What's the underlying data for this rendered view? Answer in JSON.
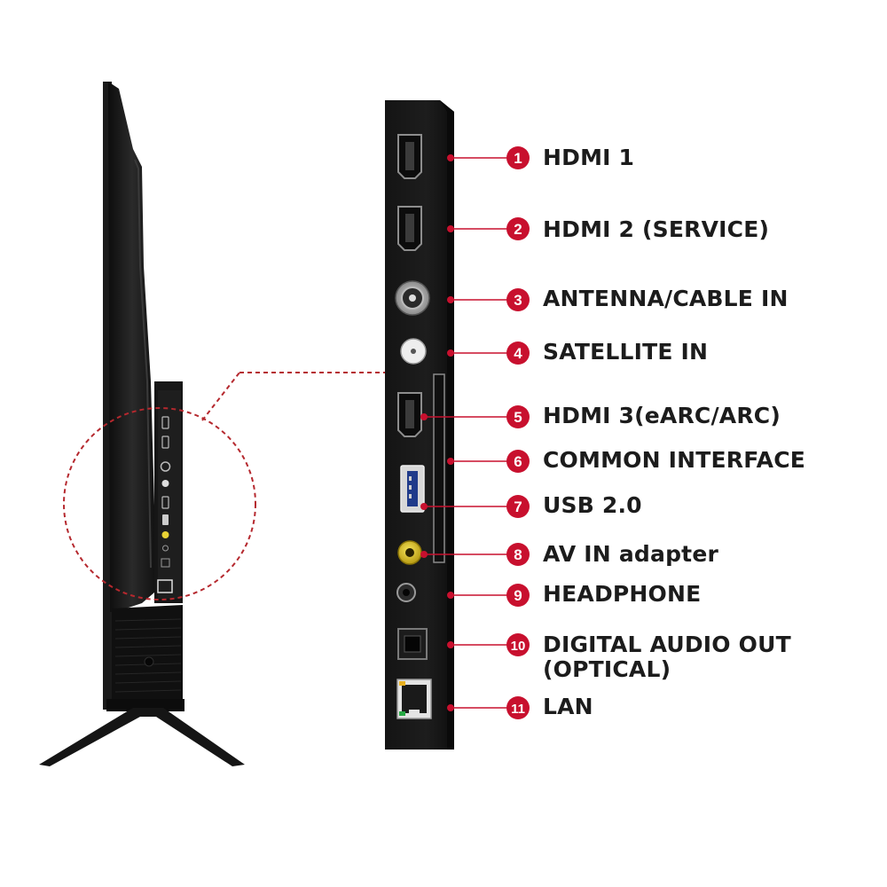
{
  "accent_color": "#c8102e",
  "ports": [
    {
      "num": "1",
      "label": "HDMI 1",
      "icon": "hdmi-port-icon"
    },
    {
      "num": "2",
      "label": "HDMI 2 (SERVICE)",
      "icon": "hdmi-port-icon"
    },
    {
      "num": "3",
      "label": "ANTENNA/CABLE IN",
      "icon": "coax-port-icon"
    },
    {
      "num": "4",
      "label": "SATELLITE IN",
      "icon": "satellite-port-icon"
    },
    {
      "num": "5",
      "label": "HDMI 3(eARC/ARC)",
      "icon": "hdmi-port-icon"
    },
    {
      "num": "6",
      "label": "COMMON INTERFACE",
      "icon": "ci-slot-icon"
    },
    {
      "num": "7",
      "label": "USB 2.0",
      "icon": "usb-port-icon"
    },
    {
      "num": "8",
      "label": "AV IN adapter",
      "icon": "av-jack-icon"
    },
    {
      "num": "9",
      "label": "HEADPHONE",
      "icon": "headphone-jack-icon"
    },
    {
      "num": "10",
      "label": "DIGITAL AUDIO OUT",
      "label2": "(OPTICAL)",
      "icon": "optical-port-icon"
    },
    {
      "num": "11",
      "label": "LAN",
      "icon": "lan-port-icon"
    }
  ]
}
